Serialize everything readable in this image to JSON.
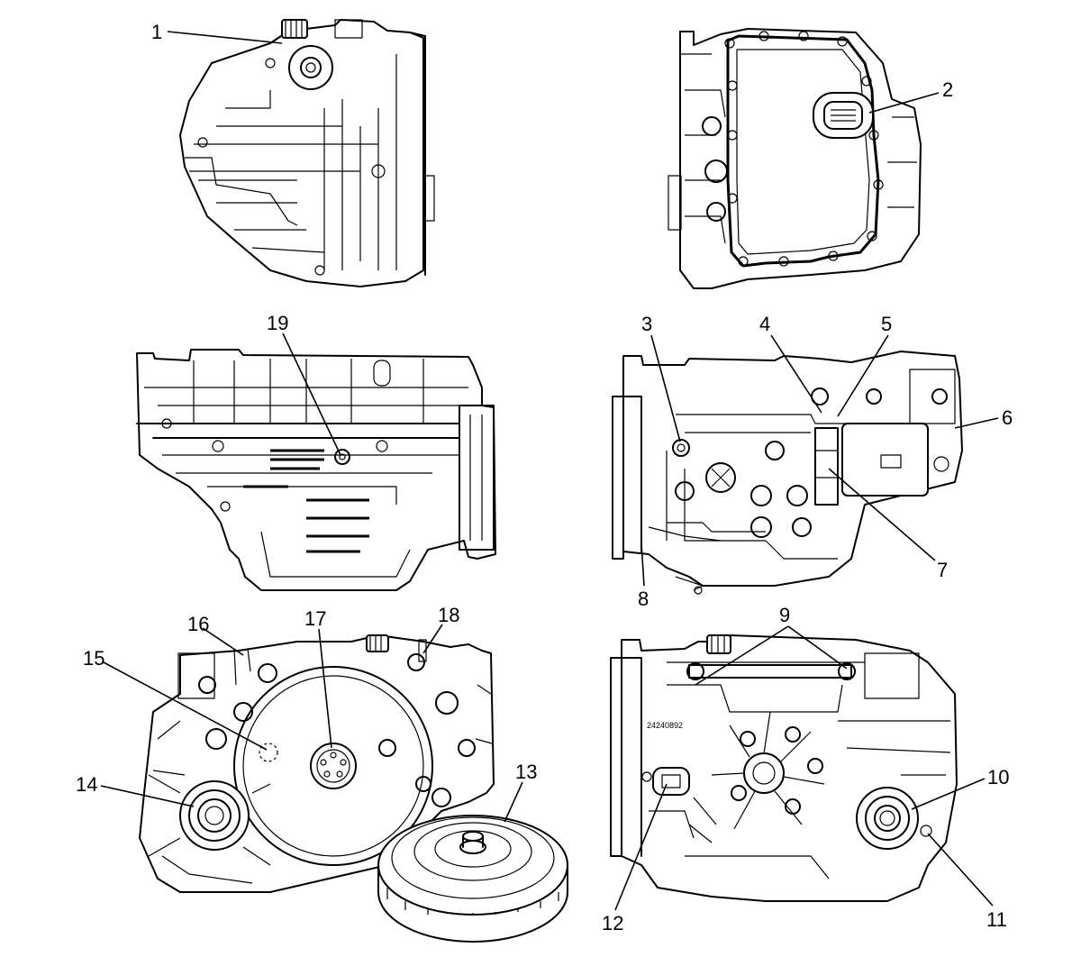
{
  "callouts": [
    {
      "id": "1",
      "label": "1"
    },
    {
      "id": "2",
      "label": "2"
    },
    {
      "id": "3",
      "label": "3"
    },
    {
      "id": "4",
      "label": "4"
    },
    {
      "id": "5",
      "label": "5"
    },
    {
      "id": "6",
      "label": "6"
    },
    {
      "id": "7",
      "label": "7"
    },
    {
      "id": "8",
      "label": "8"
    },
    {
      "id": "9",
      "label": "9"
    },
    {
      "id": "10",
      "label": "10"
    },
    {
      "id": "11",
      "label": "11"
    },
    {
      "id": "12",
      "label": "12"
    },
    {
      "id": "13",
      "label": "13"
    },
    {
      "id": "14",
      "label": "14"
    },
    {
      "id": "15",
      "label": "15"
    },
    {
      "id": "16",
      "label": "16"
    },
    {
      "id": "17",
      "label": "17"
    },
    {
      "id": "18",
      "label": "18"
    },
    {
      "id": "19",
      "label": "19"
    }
  ],
  "part_stamp": "24240892"
}
